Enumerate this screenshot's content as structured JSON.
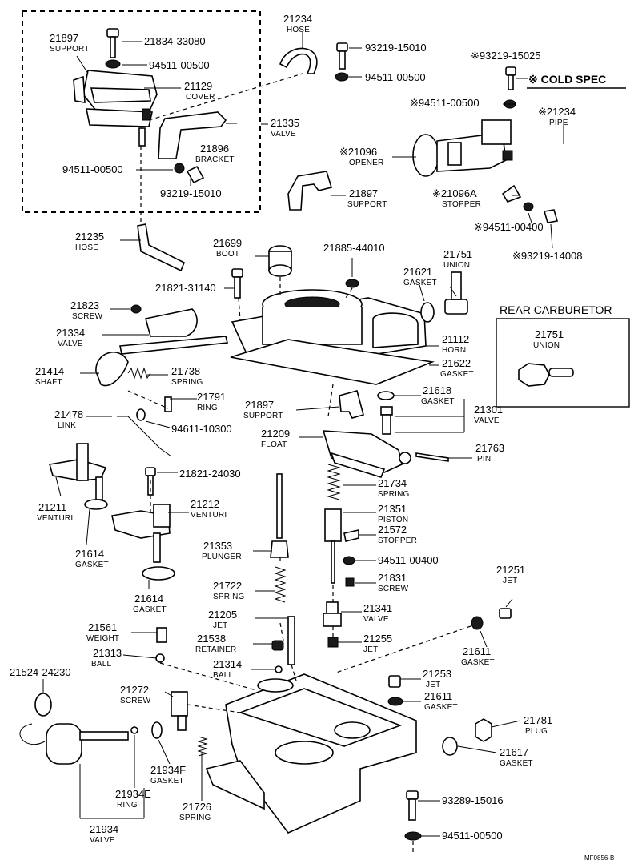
{
  "code": "MF0856-B",
  "cold_spec": "※ COLD SPEC",
  "rear_carburetor": "REAR CARBURETOR",
  "callouts": [
    {
      "pn": "21897",
      "name": "SUPPORT"
    },
    {
      "pn": "21834-33080",
      "name": ""
    },
    {
      "pn": "94511-00500",
      "name": ""
    },
    {
      "pn": "21129",
      "name": "COVER"
    },
    {
      "pn": "21234",
      "name": "HOSE"
    },
    {
      "pn": "93219-15010",
      "name": ""
    },
    {
      "pn": "94511-00500",
      "name": ""
    },
    {
      "pn": "21335",
      "name": "VALVE"
    },
    {
      "pn": "21896",
      "name": "BRACKET"
    },
    {
      "pn": "94511-00500",
      "name": ""
    },
    {
      "pn": "93219-15010",
      "name": ""
    },
    {
      "pn": "21897",
      "name": "SUPPORT"
    },
    {
      "pn": "※93219-15025",
      "name": ""
    },
    {
      "pn": "※94511-00500",
      "name": ""
    },
    {
      "pn": "※21234",
      "name": "PIPE"
    },
    {
      "pn": "※21096",
      "name": "OPENER"
    },
    {
      "pn": "※21096A",
      "name": "STOPPER"
    },
    {
      "pn": "※94511-00400",
      "name": ""
    },
    {
      "pn": "※93219-14008",
      "name": ""
    },
    {
      "pn": "21235",
      "name": "HOSE"
    },
    {
      "pn": "21699",
      "name": "BOOT"
    },
    {
      "pn": "21885-44010",
      "name": ""
    },
    {
      "pn": "21751",
      "name": "UNION"
    },
    {
      "pn": "21621",
      "name": "GASKET"
    },
    {
      "pn": "21821-31140",
      "name": ""
    },
    {
      "pn": "21823",
      "name": "SCREW"
    },
    {
      "pn": "21334",
      "name": "VALVE"
    },
    {
      "pn": "21112",
      "name": "HORN"
    },
    {
      "pn": "21622",
      "name": "GASKET"
    },
    {
      "pn": "21751",
      "name": "UNION"
    },
    {
      "pn": "21414",
      "name": "SHAFT"
    },
    {
      "pn": "21738",
      "name": "SPRING"
    },
    {
      "pn": "21791",
      "name": "RING"
    },
    {
      "pn": "21618",
      "name": "GASKET"
    },
    {
      "pn": "21301",
      "name": "VALVE"
    },
    {
      "pn": "21897",
      "name": "SUPPORT"
    },
    {
      "pn": "21478",
      "name": "LINK"
    },
    {
      "pn": "94611-10300",
      "name": ""
    },
    {
      "pn": "21209",
      "name": "FLOAT"
    },
    {
      "pn": "21763",
      "name": "PIN"
    },
    {
      "pn": "21821-24030",
      "name": ""
    },
    {
      "pn": "21734",
      "name": "SPRING"
    },
    {
      "pn": "21211",
      "name": "VENTURI"
    },
    {
      "pn": "21212",
      "name": "VENTURI"
    },
    {
      "pn": "21351",
      "name": "PISTON"
    },
    {
      "pn": "21572",
      "name": "STOPPER"
    },
    {
      "pn": "21614",
      "name": "GASKET"
    },
    {
      "pn": "21353",
      "name": "PLUNGER"
    },
    {
      "pn": "94511-00400",
      "name": ""
    },
    {
      "pn": "21614",
      "name": "GASKET"
    },
    {
      "pn": "21722",
      "name": "SPRING"
    },
    {
      "pn": "21831",
      "name": "SCREW"
    },
    {
      "pn": "21251",
      "name": "JET"
    },
    {
      "pn": "21561",
      "name": "WEIGHT"
    },
    {
      "pn": "21205",
      "name": "JET"
    },
    {
      "pn": "21341",
      "name": "VALVE"
    },
    {
      "pn": "21313",
      "name": "BALL"
    },
    {
      "pn": "21538",
      "name": "RETAINER"
    },
    {
      "pn": "21255",
      "name": "JET"
    },
    {
      "pn": "21611",
      "name": "GASKET"
    },
    {
      "pn": "21314",
      "name": "BALL"
    },
    {
      "pn": "21524-24230",
      "name": ""
    },
    {
      "pn": "21253",
      "name": "JET"
    },
    {
      "pn": "21272",
      "name": "SCREW"
    },
    {
      "pn": "21611",
      "name": "GASKET"
    },
    {
      "pn": "21781",
      "name": "PLUG"
    },
    {
      "pn": "21934F",
      "name": "GASKET"
    },
    {
      "pn": "21617",
      "name": "GASKET"
    },
    {
      "pn": "21934E",
      "name": "RING"
    },
    {
      "pn": "21726",
      "name": "SPRING"
    },
    {
      "pn": "93289-15016",
      "name": ""
    },
    {
      "pn": "21934",
      "name": "VALVE"
    },
    {
      "pn": "94511-00500",
      "name": ""
    }
  ]
}
